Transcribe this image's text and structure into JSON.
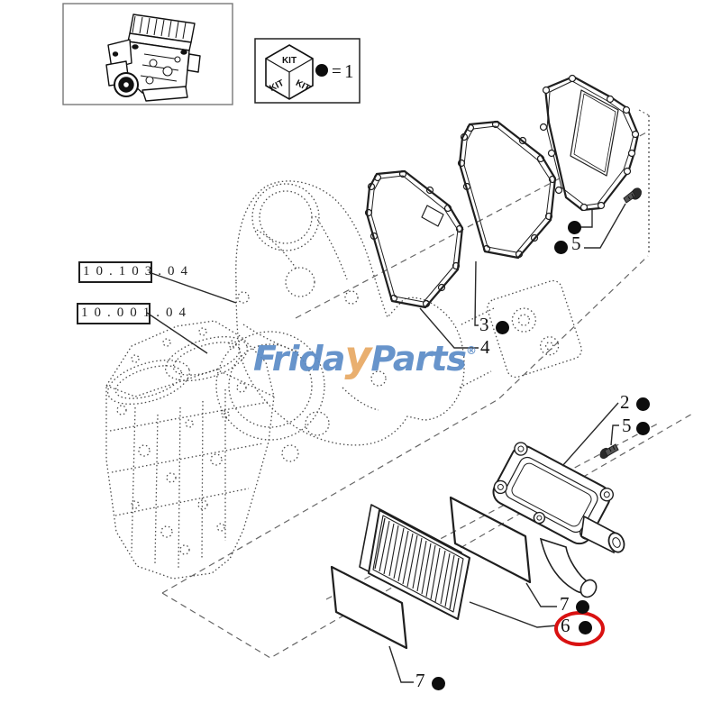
{
  "kit_legend": {
    "face_top": "KIT",
    "face_left": "KIT",
    "face_right": "KIT",
    "equals_sign": "=",
    "quantity_value": "1"
  },
  "reference_codes": {
    "code_top": "10.103.04",
    "code_bottom": "10.001.04"
  },
  "watermark": {
    "text_left": "Frida",
    "text_y": "y",
    "text_right": "Parts",
    "registered_mark": "®"
  },
  "callouts": {
    "c3": "3",
    "c4": "4",
    "c5_top": "5",
    "c2": "2",
    "c5_right": "5",
    "c7_right": "7",
    "c6": "6",
    "c7_bottom": "7"
  },
  "highlight": {
    "circled_callout": "6"
  },
  "colors": {
    "watermark_blue": "#5b8cc7",
    "watermark_orange": "#e8a963",
    "highlight_red": "#d91111",
    "line_dark": "#1f1f1f",
    "phantom_gray": "#555555"
  }
}
